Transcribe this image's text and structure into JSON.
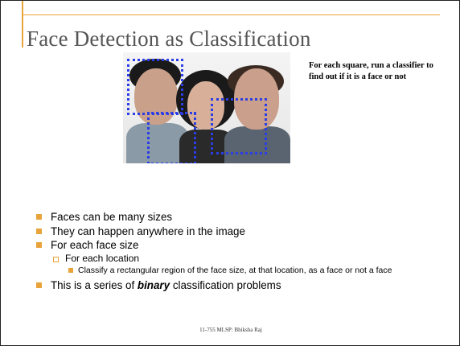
{
  "slide": {
    "title": "Face Detection as Classification",
    "callout": "For each square, run a classifier to find out if it is a face or not",
    "bullets": {
      "item1": "Faces can be many sizes",
      "item2": "They can happen anywhere in the image",
      "item3": "For each face size",
      "sub1": "For each location",
      "subsub1": "Classify a rectangular region of the face size, at that location, as a face or not a face",
      "item4_prefix": "This is a series of ",
      "item4_emph": "binary",
      "item4_suffix": " classification problems"
    },
    "footer": "11-755 MLSP: Bhiksha Raj"
  },
  "colors": {
    "accent": "#e8a33a",
    "detection_box": "#2b3de6",
    "title_text": "#555555"
  }
}
